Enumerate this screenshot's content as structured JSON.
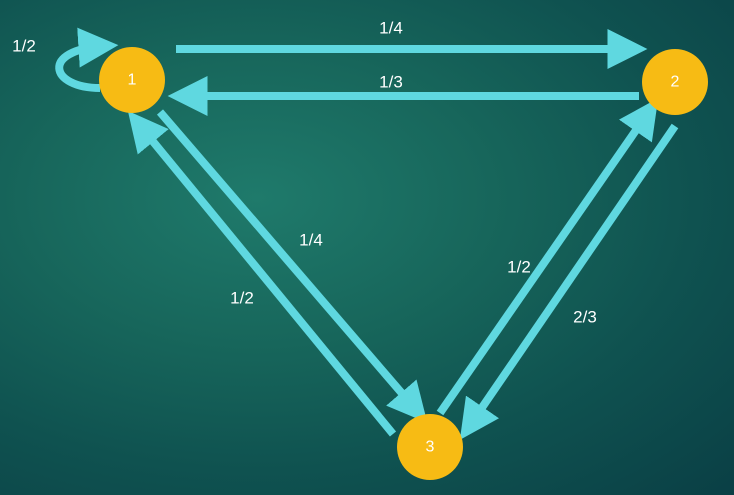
{
  "diagram": {
    "type": "markov-chain-state-diagram",
    "colors": {
      "background": "#17665b",
      "node_fill": "#f7bb14",
      "edge": "#5fd8e0",
      "text": "#ffffff"
    },
    "nodes": [
      {
        "id": "1",
        "label": "1"
      },
      {
        "id": "2",
        "label": "2"
      },
      {
        "id": "3",
        "label": "3"
      }
    ],
    "edges": [
      {
        "from": "1",
        "to": "1",
        "label": "1/2"
      },
      {
        "from": "1",
        "to": "2",
        "label": "1/4"
      },
      {
        "from": "2",
        "to": "1",
        "label": "1/3"
      },
      {
        "from": "1",
        "to": "3",
        "label": "1/4"
      },
      {
        "from": "3",
        "to": "1",
        "label": "1/2"
      },
      {
        "from": "3",
        "to": "2",
        "label": "1/2"
      },
      {
        "from": "2",
        "to": "3",
        "label": "2/3"
      }
    ]
  }
}
